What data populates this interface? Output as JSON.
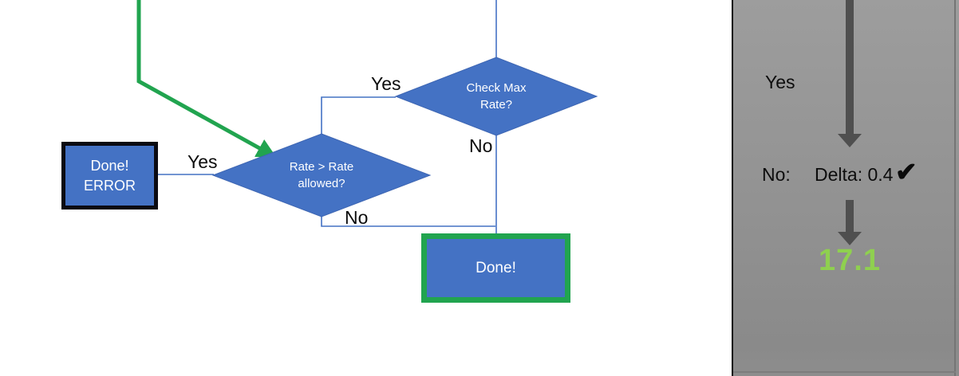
{
  "flowchart": {
    "check_max_diamond": {
      "label": "Check Max Rate?"
    },
    "rate_allowed_diamond": {
      "label": "Rate > Rate allowed?"
    },
    "done_error_box": {
      "line1": "Done!",
      "line2": "ERROR"
    },
    "done_box": {
      "label": "Done!"
    },
    "edge_labels": {
      "check_max_yes": "Yes",
      "check_max_no": "No",
      "rate_allowed_yes": "Yes",
      "rate_allowed_no": "No"
    }
  },
  "side_panel": {
    "yes_label": "Yes",
    "no_label": "No:",
    "delta_value": "Delta: 0.4",
    "checkmark": "✔",
    "result_value": "17.1"
  },
  "colors": {
    "shape_blue": "#4472C4",
    "shape_blue_border": "#3E66B3",
    "accent_green": "#21A44F",
    "result_green": "#8FD04F",
    "arrow_gray": "#4F4F4F",
    "panel_gray": "#929292"
  }
}
